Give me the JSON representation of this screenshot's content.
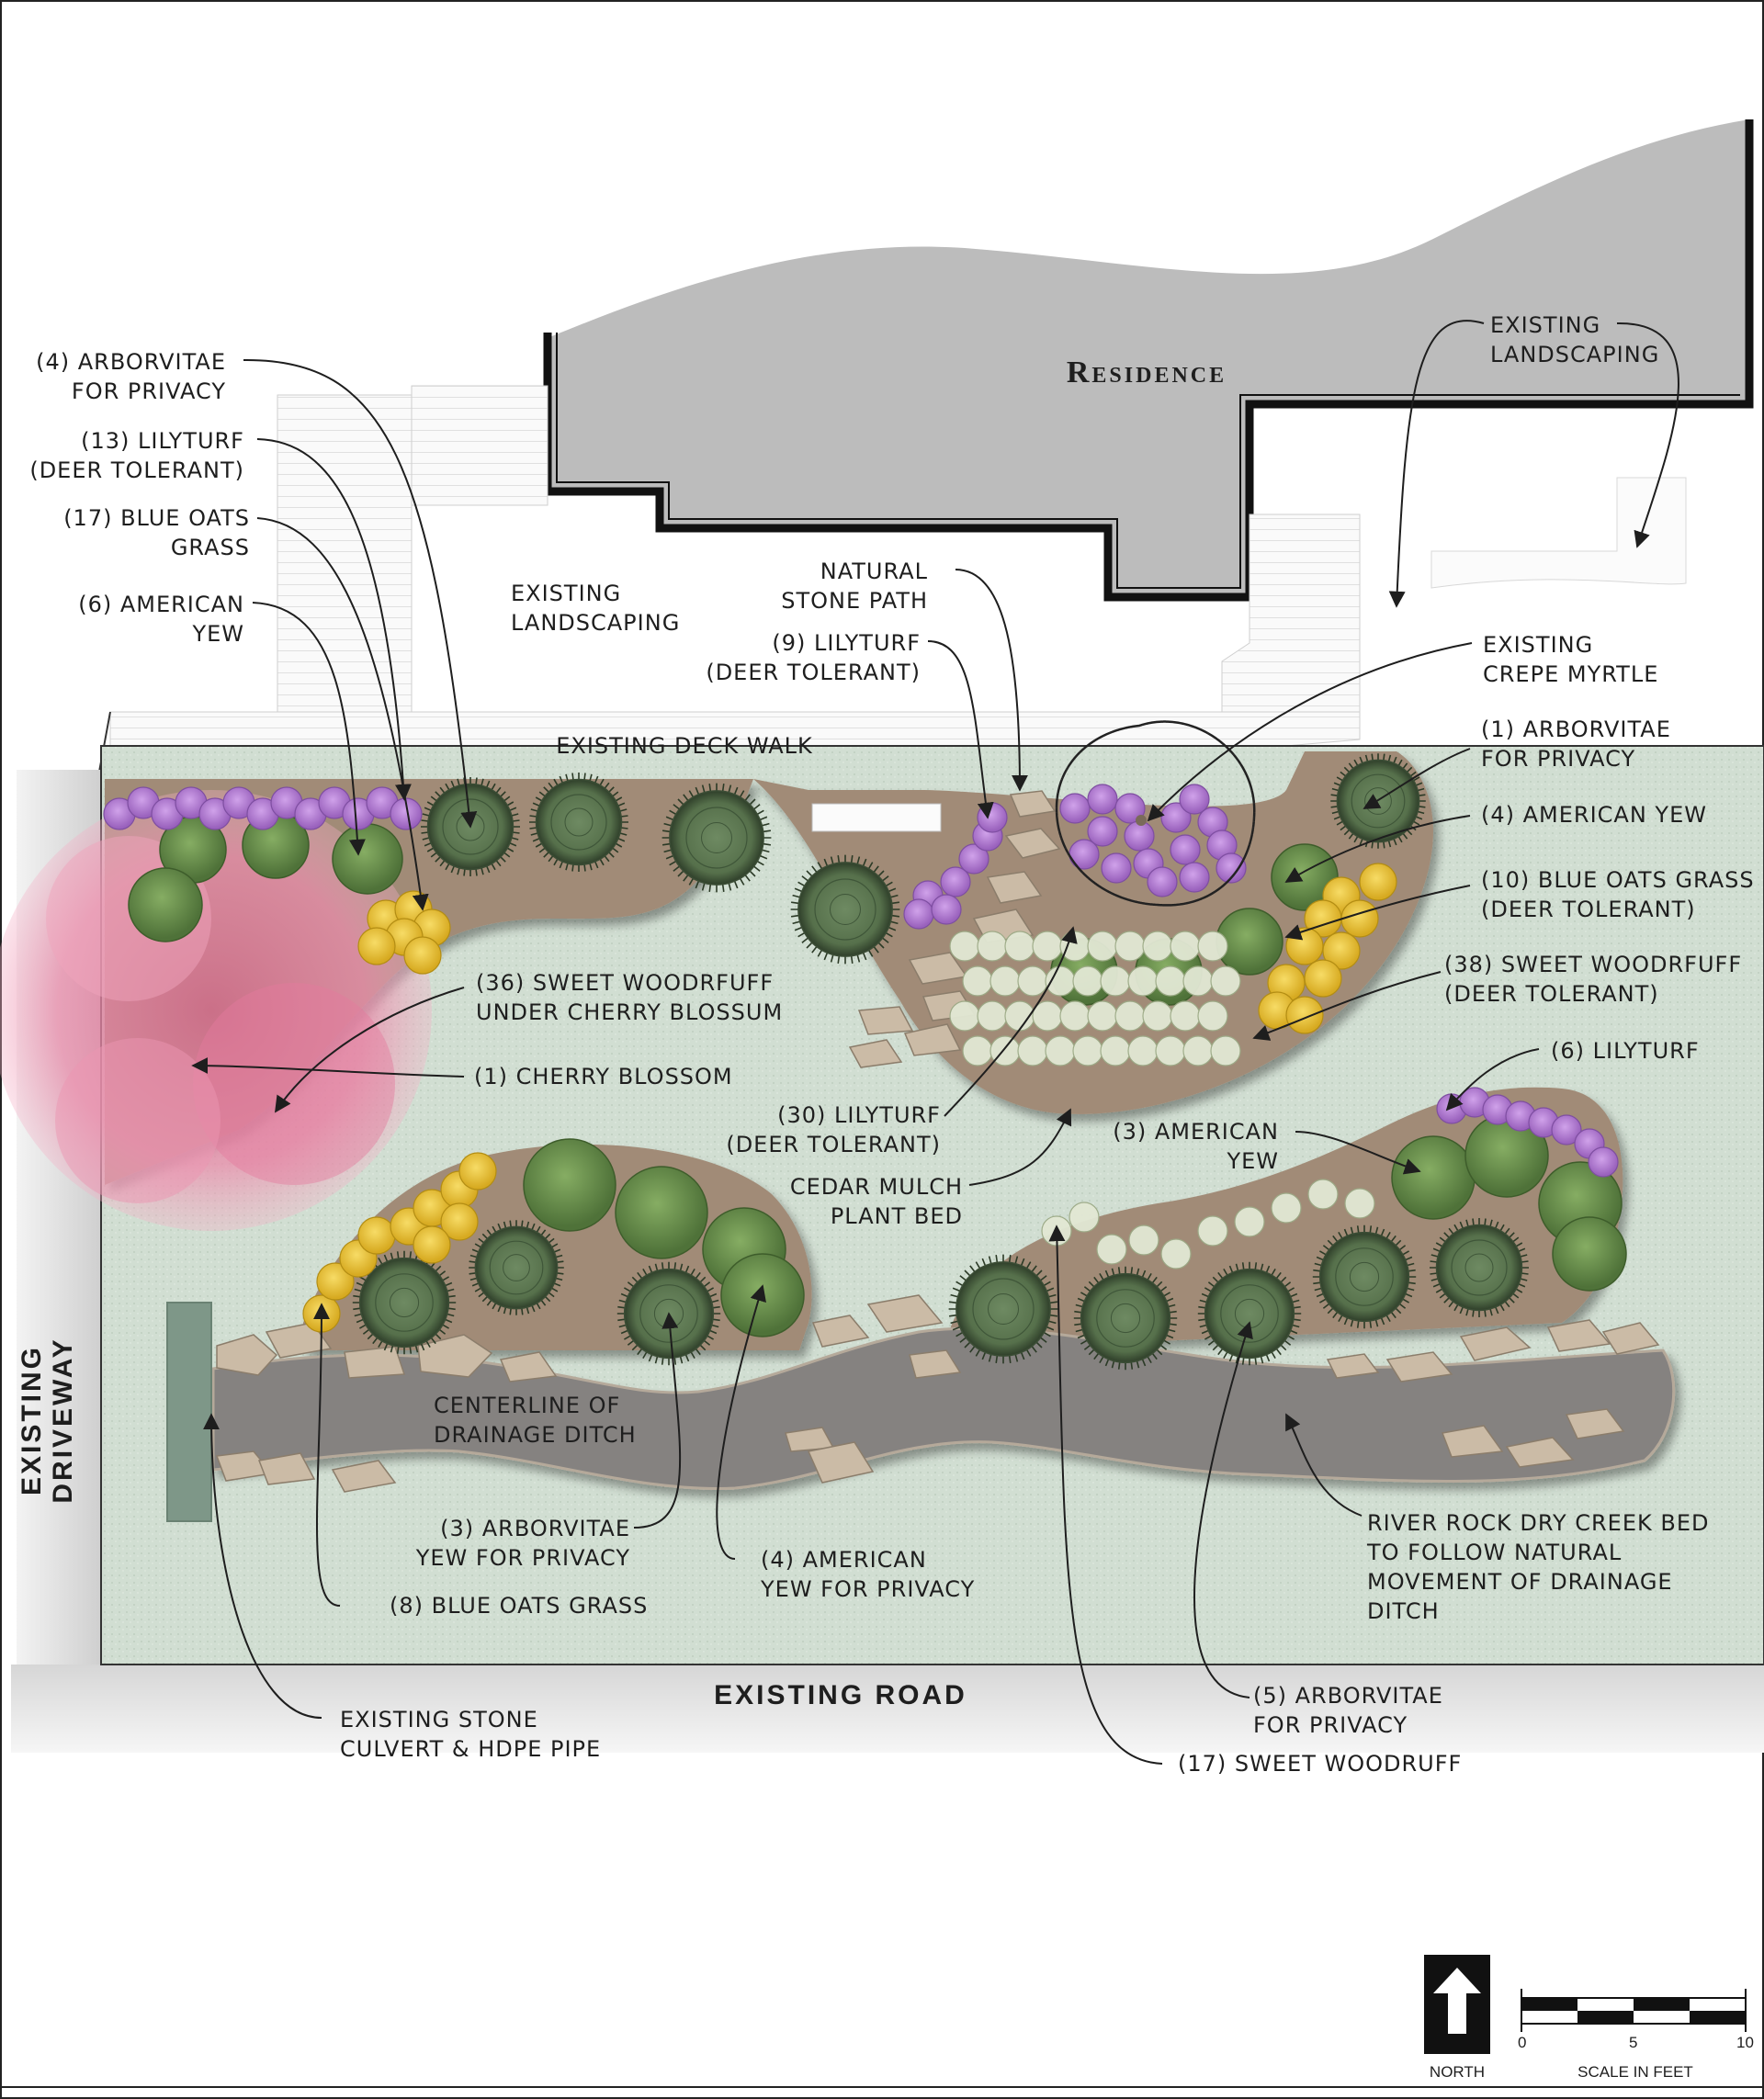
{
  "title": "Residence",
  "context": {
    "deck": "EXISTING DECK WALK",
    "road": "EXISTING ROAD",
    "driveway": [
      "EXISTING",
      "DRIVEWAY"
    ]
  },
  "callouts": {
    "arb4": [
      "(4) ARBORVITAE",
      "FOR PRIVACY"
    ],
    "lily13": [
      "(13) LILYTURF",
      "(DEER TOLERANT)"
    ],
    "oats17": [
      "(17) BLUE OATS",
      "GRASS"
    ],
    "yew6": [
      "(6) AMERICAN",
      "YEW"
    ],
    "exland_left": [
      "EXISTING",
      "LANDSCAPING"
    ],
    "stone_path": [
      "NATURAL",
      "STONE PATH"
    ],
    "lily9": [
      "(9) LILYTURF",
      "(DEER TOLERANT)"
    ],
    "exland_right": [
      "EXISTING",
      "LANDSCAPING"
    ],
    "crepe": [
      "EXISTING",
      "CREPE MYRTLE"
    ],
    "arb1": [
      "(1) ARBORVITAE",
      "FOR PRIVACY"
    ],
    "yew4": [
      "(4) AMERICAN YEW"
    ],
    "oats10": [
      "(10) BLUE OATS GRASS",
      "(DEER TOLERANT)"
    ],
    "wood38": [
      "(38) SWEET WOODRFUFF",
      "(DEER TOLERANT)"
    ],
    "wood36": [
      "(36) SWEET WOODRFUFF",
      "UNDER CHERRY BLOSSUM"
    ],
    "cherry": [
      "(1) CHERRY BLOSSOM"
    ],
    "lily30": [
      "(30) LILYTURF",
      "(DEER TOLERANT)"
    ],
    "mulch": [
      "CEDAR MULCH",
      "PLANT BED"
    ],
    "yew3": [
      "(3)  AMERICAN",
      "YEW"
    ],
    "lily6": [
      "(6)  LILYTURF"
    ],
    "ditch": [
      "CENTERLINE OF",
      "DRAINAGE DITCH"
    ],
    "arb3": [
      "(3)  ARBORVITAE",
      "YEW FOR PRIVACY"
    ],
    "oats8": [
      "(8)  BLUE OATS GRASS"
    ],
    "yew4b": [
      "(4)  AMERICAN",
      "YEW FOR PRIVACY"
    ],
    "creek": [
      "RIVER ROCK DRY CREEK BED",
      "TO FOLLOW NATURAL",
      "MOVEMENT OF DRAINAGE",
      "DITCH"
    ],
    "culvert": [
      "EXISTING STONE",
      "CULVERT & HDPE PIPE"
    ],
    "arb5": [
      "(5)  ARBORVITAE",
      "FOR PRIVACY"
    ],
    "wood17": [
      "(17) SWEET WOODRUFF"
    ]
  },
  "scale": {
    "north": "NORTH",
    "label": "SCALE IN FEET",
    "ticks": [
      "0",
      "5",
      "10"
    ]
  },
  "colors": {
    "lawn": "#cfddd0",
    "mulch": "#a08a76",
    "arborvitae": "#5f7a54",
    "yew": "#6f9454",
    "lilyturf": "#b27ed0",
    "blue_oats": "#e6c23a",
    "woodruff": "#d8e0c8",
    "cherry": "#e887a4",
    "creek": "#858280",
    "house": "#bbbbbb",
    "stone": "#cbbba6"
  }
}
